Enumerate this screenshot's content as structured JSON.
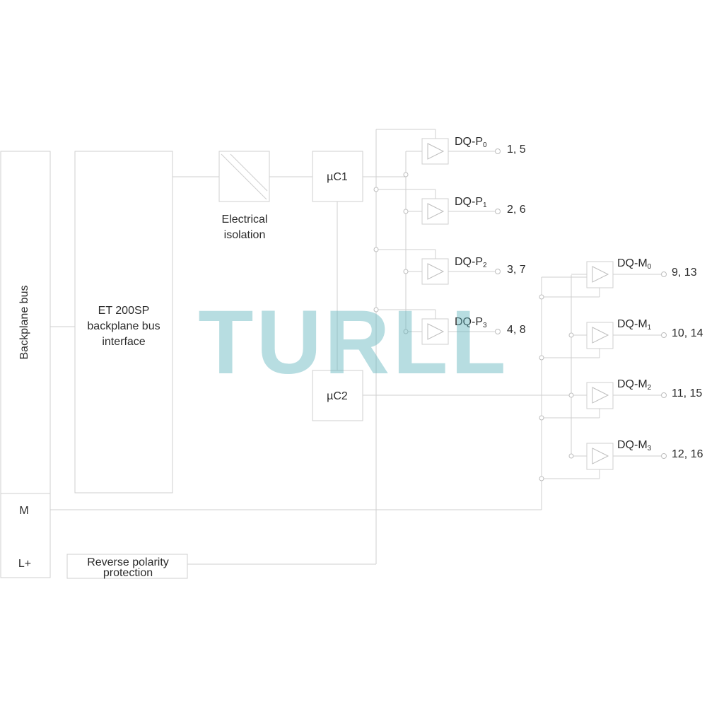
{
  "blocks": {
    "backplane_bus": "Backplane bus",
    "m_terminal": "M",
    "lplus_terminal": "L+",
    "interface_line1": "ET 200SP",
    "interface_line2": "backplane bus",
    "interface_line3": "interface",
    "isolation_line1": "Electrical",
    "isolation_line2": "isolation",
    "uc1": "µC1",
    "uc2": "µC2",
    "reverse_line1": "Reverse polarity",
    "reverse_line2": "protection"
  },
  "p_outputs": [
    {
      "name": "DQ-P",
      "sub": "0",
      "pins": "1, 5"
    },
    {
      "name": "DQ-P",
      "sub": "1",
      "pins": "2, 6"
    },
    {
      "name": "DQ-P",
      "sub": "2",
      "pins": "3, 7"
    },
    {
      "name": "DQ-P",
      "sub": "3",
      "pins": "4, 8"
    }
  ],
  "m_outputs": [
    {
      "name": "DQ-M",
      "sub": "0",
      "pins": "9, 13"
    },
    {
      "name": "DQ-M",
      "sub": "1",
      "pins": "10, 14"
    },
    {
      "name": "DQ-M",
      "sub": "2",
      "pins": "11, 15"
    },
    {
      "name": "DQ-M",
      "sub": "3",
      "pins": "12, 16"
    }
  ],
  "watermark": "TURLL"
}
